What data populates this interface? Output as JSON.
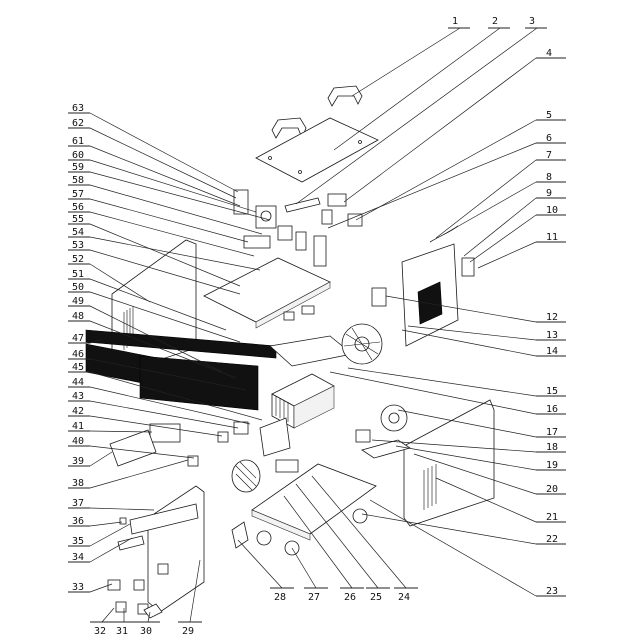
{
  "diagram": {
    "type": "exploded-parts-view",
    "callouts": [
      {
        "id": "1",
        "label": "1"
      },
      {
        "id": "2",
        "label": "2"
      },
      {
        "id": "3",
        "label": "3"
      },
      {
        "id": "4",
        "label": "4"
      },
      {
        "id": "5",
        "label": "5"
      },
      {
        "id": "6",
        "label": "6"
      },
      {
        "id": "7",
        "label": "7"
      },
      {
        "id": "8",
        "label": "8"
      },
      {
        "id": "9",
        "label": "9"
      },
      {
        "id": "10",
        "label": "10"
      },
      {
        "id": "11",
        "label": "11"
      },
      {
        "id": "12",
        "label": "12"
      },
      {
        "id": "13",
        "label": "13"
      },
      {
        "id": "14",
        "label": "14"
      },
      {
        "id": "15",
        "label": "15"
      },
      {
        "id": "16",
        "label": "16"
      },
      {
        "id": "17",
        "label": "17"
      },
      {
        "id": "18",
        "label": "18"
      },
      {
        "id": "19",
        "label": "19"
      },
      {
        "id": "20",
        "label": "20"
      },
      {
        "id": "21",
        "label": "21"
      },
      {
        "id": "22",
        "label": "22"
      },
      {
        "id": "23",
        "label": "23"
      },
      {
        "id": "24",
        "label": "24"
      },
      {
        "id": "25",
        "label": "25"
      },
      {
        "id": "26",
        "label": "26"
      },
      {
        "id": "27",
        "label": "27"
      },
      {
        "id": "28",
        "label": "28"
      },
      {
        "id": "29",
        "label": "29"
      },
      {
        "id": "30",
        "label": "30"
      },
      {
        "id": "31",
        "label": "31"
      },
      {
        "id": "32",
        "label": "32"
      },
      {
        "id": "33",
        "label": "33"
      },
      {
        "id": "34",
        "label": "34"
      },
      {
        "id": "35",
        "label": "35"
      },
      {
        "id": "36",
        "label": "36"
      },
      {
        "id": "37",
        "label": "37"
      },
      {
        "id": "38",
        "label": "38"
      },
      {
        "id": "39",
        "label": "39"
      },
      {
        "id": "40",
        "label": "40"
      },
      {
        "id": "41",
        "label": "41"
      },
      {
        "id": "42",
        "label": "42"
      },
      {
        "id": "43",
        "label": "43"
      },
      {
        "id": "44",
        "label": "44"
      },
      {
        "id": "45",
        "label": "45"
      },
      {
        "id": "46",
        "label": "46"
      },
      {
        "id": "47",
        "label": "47"
      },
      {
        "id": "48",
        "label": "48"
      },
      {
        "id": "49",
        "label": "49"
      },
      {
        "id": "50",
        "label": "50"
      },
      {
        "id": "51",
        "label": "51"
      },
      {
        "id": "52",
        "label": "52"
      },
      {
        "id": "53",
        "label": "53"
      },
      {
        "id": "54",
        "label": "54"
      },
      {
        "id": "55",
        "label": "55"
      },
      {
        "id": "56",
        "label": "56"
      },
      {
        "id": "57",
        "label": "57"
      },
      {
        "id": "58",
        "label": "58"
      },
      {
        "id": "59",
        "label": "59"
      },
      {
        "id": "60",
        "label": "60"
      },
      {
        "id": "61",
        "label": "61"
      },
      {
        "id": "62",
        "label": "62"
      },
      {
        "id": "63",
        "label": "63"
      }
    ]
  }
}
